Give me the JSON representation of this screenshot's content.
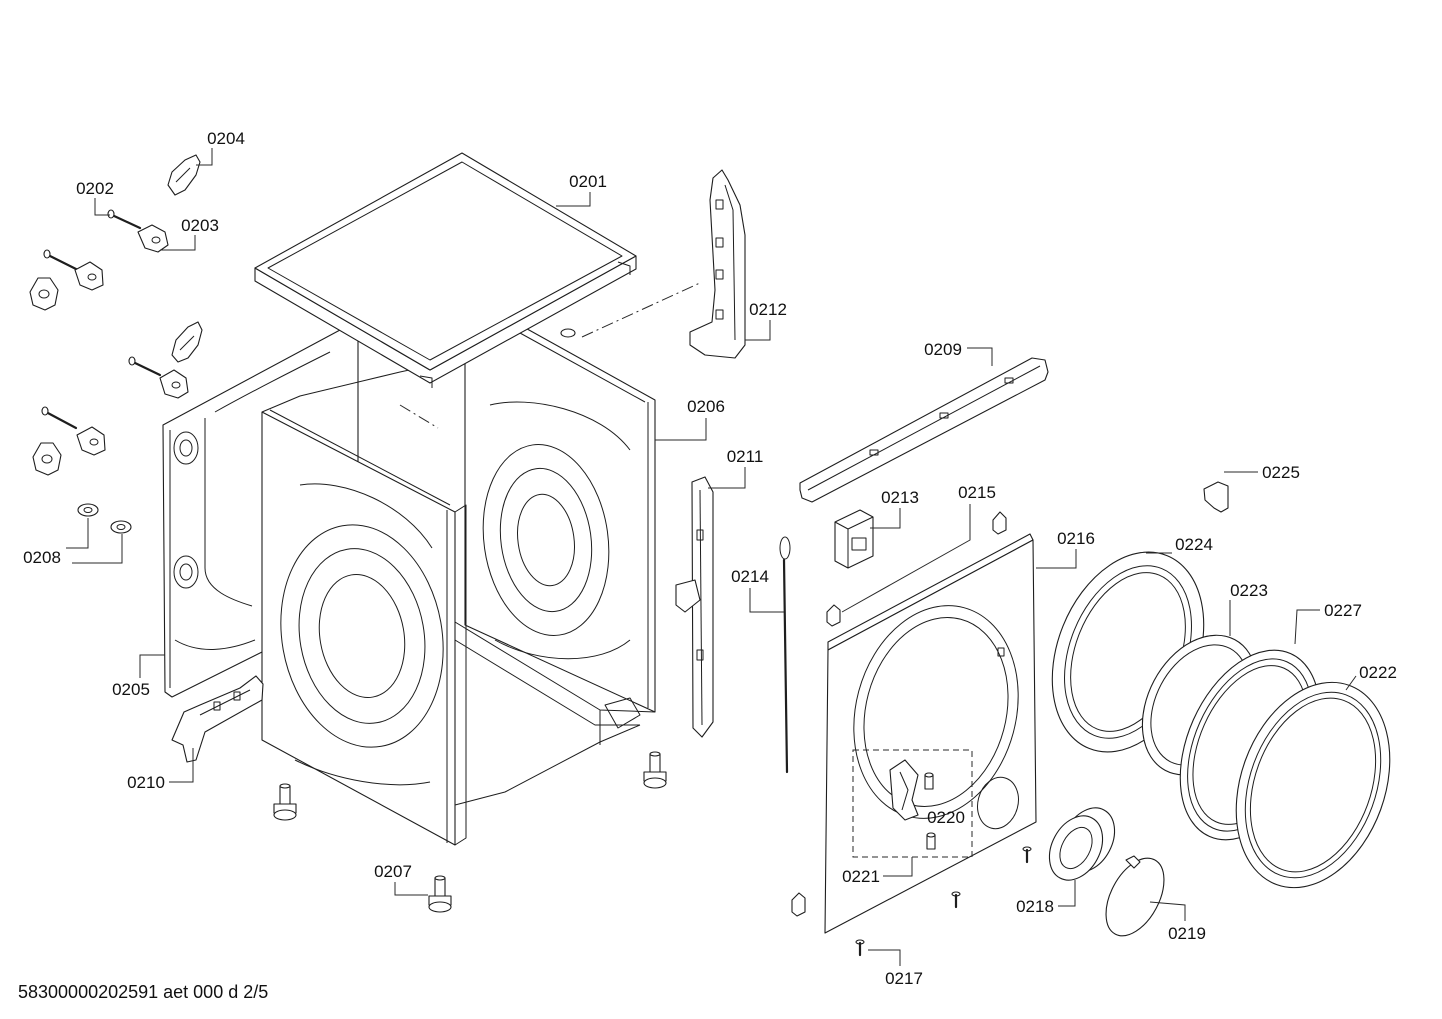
{
  "callouts": [
    "0201",
    "0202",
    "0203",
    "0204",
    "0205",
    "0206",
    "0207",
    "0208",
    "0209",
    "0210",
    "0211",
    "0212",
    "0213",
    "0214",
    "0215",
    "0216",
    "0217",
    "0218",
    "0219",
    "0220",
    "0221",
    "0222",
    "0223",
    "0224",
    "0225",
    "0227"
  ],
  "footer": "58300000202591 aet 000 d 2/5"
}
